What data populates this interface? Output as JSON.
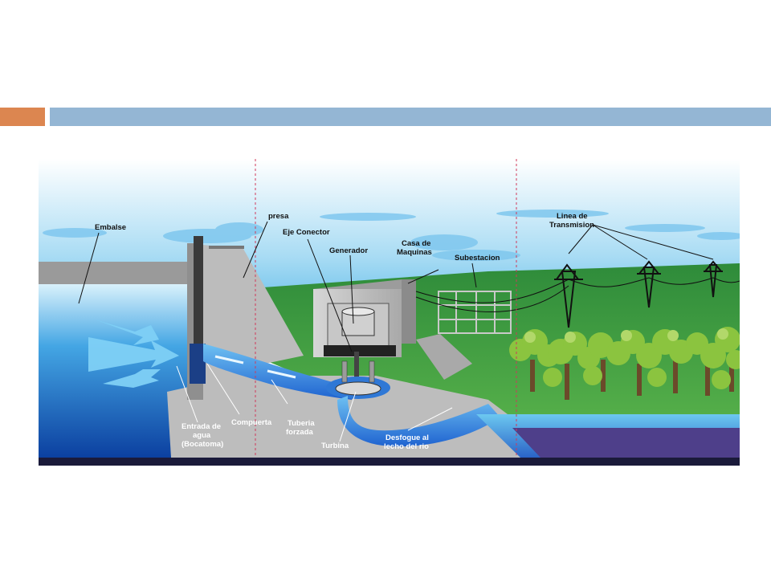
{
  "colors": {
    "accent_orange": "#dc8650",
    "accent_blue": "#94b6d4",
    "sky_top": "#ffffff",
    "sky_bottom": "#5fb9e6",
    "grass": "#2f8a3a",
    "water": "#2b7fd6",
    "concrete": "#b9b9b9"
  },
  "labels": {
    "embalse": "Embalse",
    "presa": "presa",
    "eje_conector": "Eje Conector",
    "generador": "Generador",
    "casa_1": "Casa de",
    "casa_2": "Maquinas",
    "subestacion": "Subestacion",
    "linea_1": "Linea de",
    "linea_2": "Transmision",
    "entrada_1": "Entrada de",
    "entrada_2": "agua",
    "entrada_3": "(Bocatoma)",
    "compuerta": "Compuerta",
    "tuberia_1": "Tuberia",
    "tuberia_2": "forzada",
    "turbina": "Turbina",
    "desfogue_1": "Desfogue al",
    "desfogue_2": "lecho del rio"
  }
}
